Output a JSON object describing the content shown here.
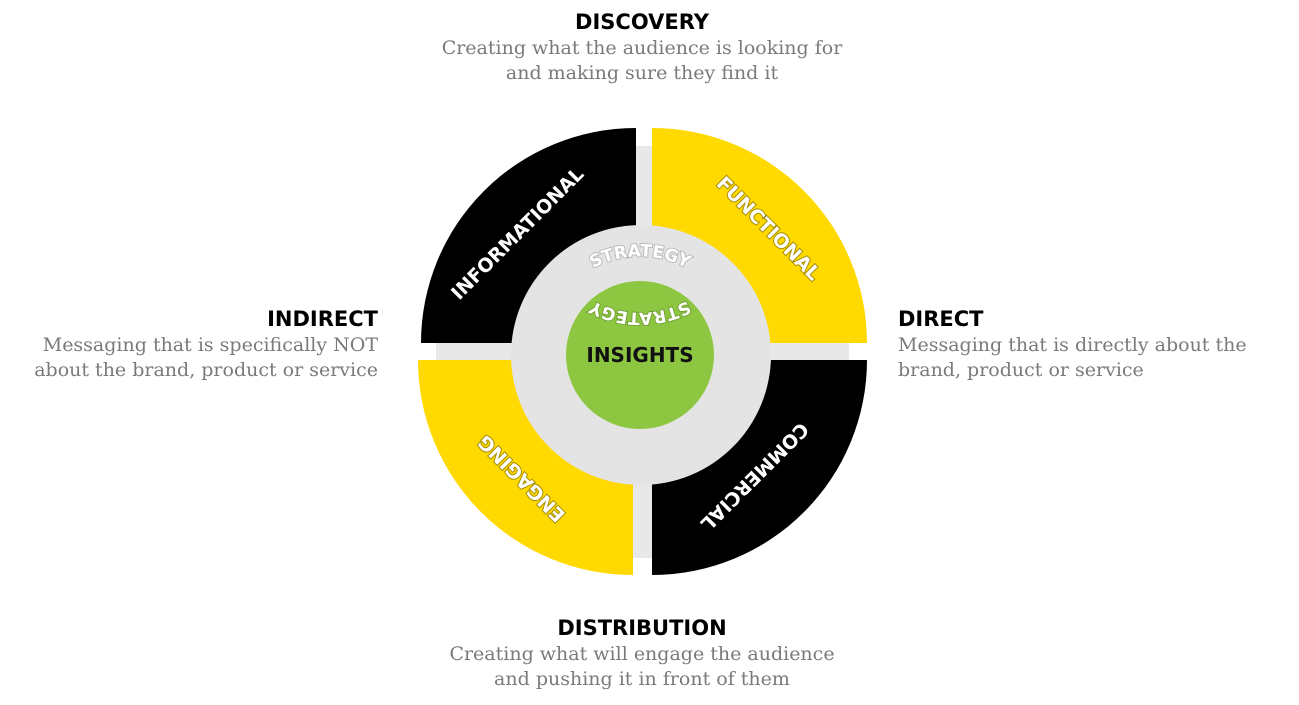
{
  "top": {
    "heading": "DISCOVERY",
    "lines": [
      "Creating what the audience is looking for",
      "and making sure they find it"
    ]
  },
  "bottom": {
    "heading": "DISTRIBUTION",
    "lines": [
      "Creating what will engage the audience",
      "and pushing it in front of them"
    ]
  },
  "left": {
    "heading": "INDIRECT",
    "lines": [
      "Messaging that is specifically NOT",
      "about the brand, product or service"
    ]
  },
  "right": {
    "heading": "DIRECT",
    "lines": [
      "Messaging that is directly about the",
      "brand, product or service"
    ]
  },
  "quadrants": {
    "top_left": "INFORMATIONAL",
    "top_right": "FUNCTIONAL",
    "bottom_right": "COMMERCIAL",
    "bottom_left": "ENGAGING"
  },
  "ring": {
    "top": "STRATEGY",
    "bottom": "STRATEGY"
  },
  "center": "INSIGHTS",
  "colors": {
    "yellow": "#FFD900",
    "black": "#000000",
    "ring_gray": "#E4E4E4",
    "gap_gray": "#E8E8E8",
    "center_green": "#8DC641",
    "desc_gray": "#7A7A7A"
  }
}
